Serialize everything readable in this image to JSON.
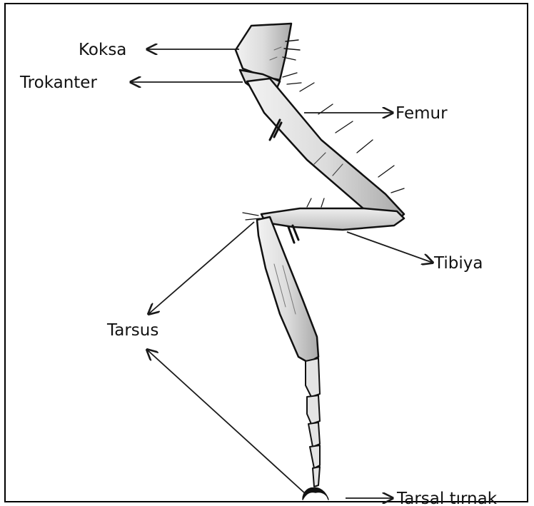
{
  "diagram": {
    "labels": {
      "coxa": "Koksa",
      "trochanter": "Trokanter",
      "femur": "Femur",
      "tibia": "Tibiya",
      "tarsus": "Tarsus",
      "claw": "Tarsal tırnak"
    },
    "colors": {
      "outline": "#111111",
      "segment_fill": "#e6e6e6",
      "shade": "#b5b5b5",
      "arrow": "#1a1a1a",
      "border": "#000000"
    }
  }
}
